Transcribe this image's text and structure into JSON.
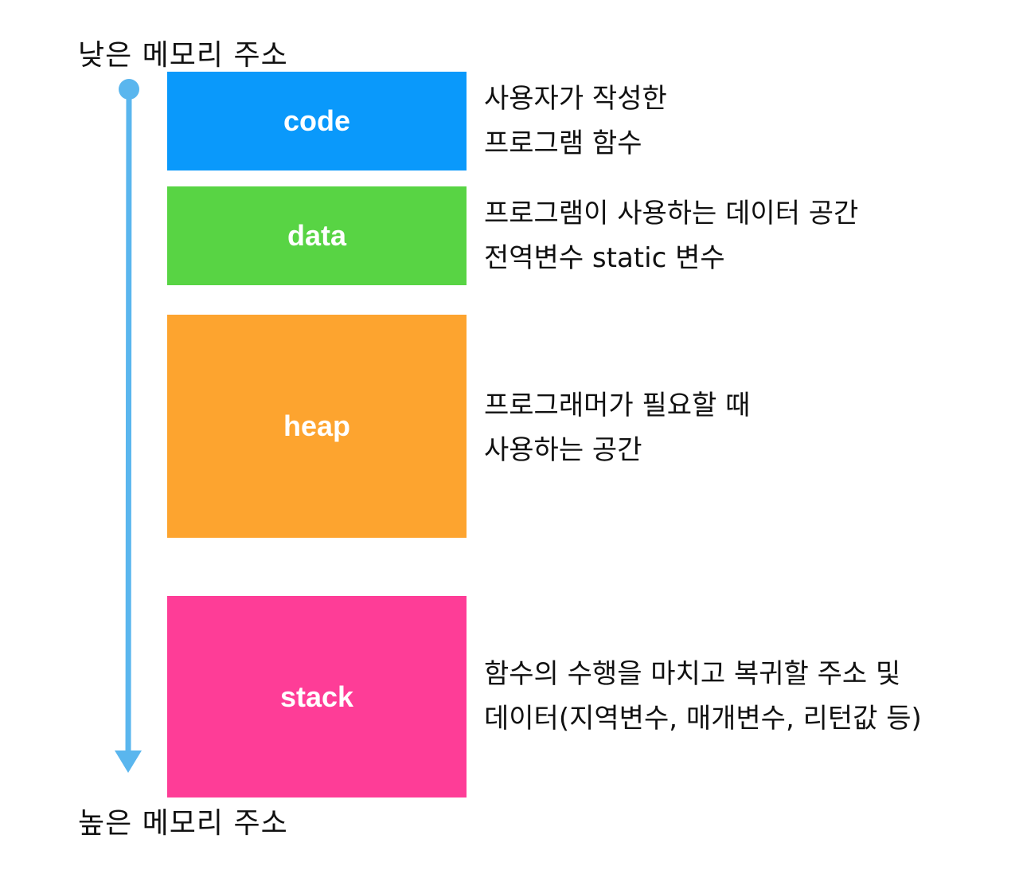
{
  "labels": {
    "low_address": "낮은 메모리 주소",
    "high_address": "높은 메모리 주소"
  },
  "colors": {
    "code": "#0a99fb",
    "data": "#58d444",
    "heap": "#fda42f",
    "stack": "#fe3d97",
    "arrow": "#5ab6ee"
  },
  "segments": [
    {
      "name": "code",
      "description": [
        "사용자가 작성한",
        "프로그램 함수"
      ]
    },
    {
      "name": "data",
      "description": [
        "프로그램이 사용하는 데이터 공간",
        "전역변수 static 변수"
      ]
    },
    {
      "name": "heap",
      "description": [
        "프로그래머가 필요할 때",
        "사용하는 공간"
      ]
    },
    {
      "name": "stack",
      "description": [
        "함수의 수행을 마치고 복귀할 주소 및",
        "데이터(지역변수, 매개변수, 리턴값 등)"
      ]
    }
  ]
}
